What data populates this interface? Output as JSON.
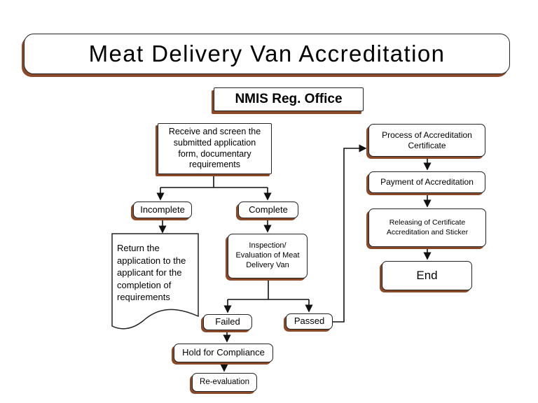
{
  "title": "Meat Delivery Van Accreditation",
  "office": "NMIS Reg. Office",
  "steps": {
    "receive": "Receive and screen the submitted application form, documentary requirements",
    "incomplete": "Incomplete",
    "complete": "Complete",
    "return_document": "Return the application to the applicant for the completion of requirements",
    "inspection": "Inspection/ Evaluation of Meat Delivery Van",
    "failed": "Failed",
    "passed": "Passed",
    "hold": "Hold for Compliance",
    "reevaluation": "Re-evaluation",
    "process": "Process of Accreditation Certificate",
    "payment": "Payment of Accreditation",
    "releasing": "Releasing of  Certificate Accreditation and Sticker",
    "end": "End"
  },
  "colors": {
    "shadow": "#8a4a2a",
    "stroke": "#222222"
  }
}
